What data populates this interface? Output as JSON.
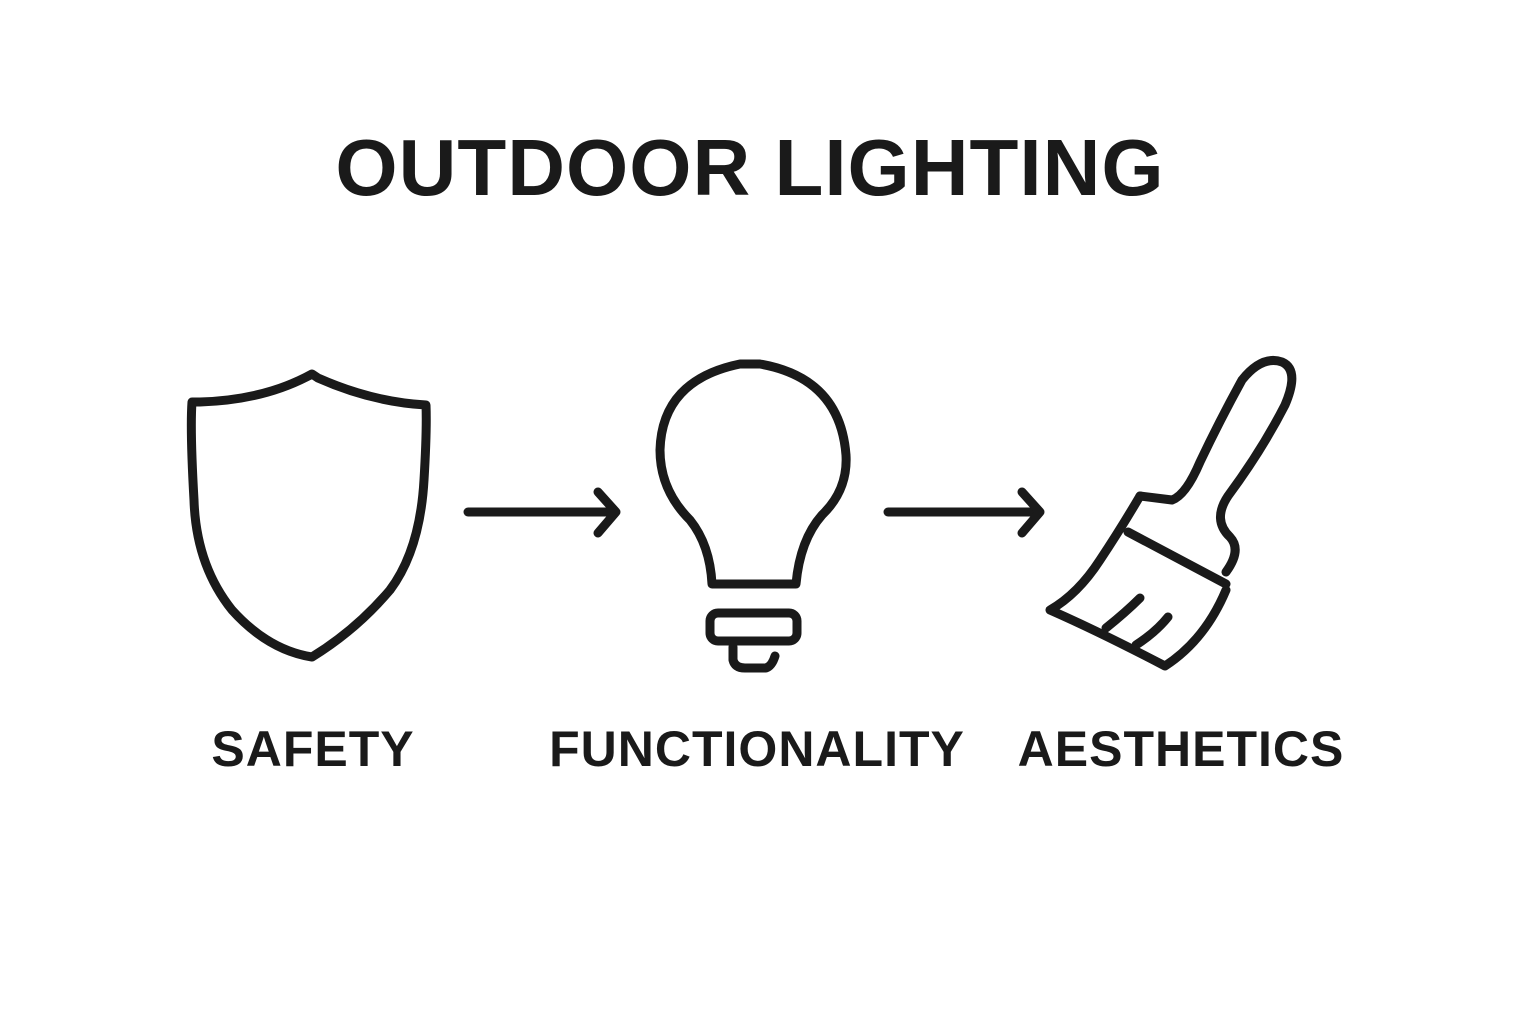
{
  "title": "OUTDOOR LIGHTING",
  "stages": [
    {
      "label": "SAFETY",
      "icon": "shield-icon"
    },
    {
      "label": "FUNCTIONALITY",
      "icon": "lightbulb-icon"
    },
    {
      "label": "AESTHETICS",
      "icon": "paintbrush-icon"
    }
  ],
  "colors": {
    "background": "#ffffff",
    "ink": "#1a1a1a"
  }
}
